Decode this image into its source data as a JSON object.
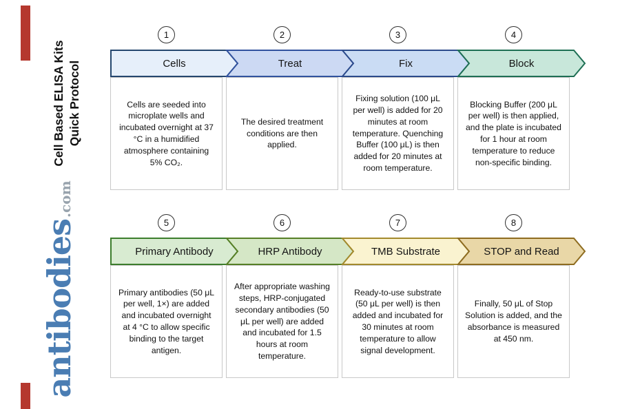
{
  "title": {
    "line1": "Cell Based ELISA Kits",
    "line2": "Quick Protocol"
  },
  "brand": {
    "name": "antibodies",
    "tld": ".com",
    "color": "#4a7db3",
    "tld_color": "#98a3ad"
  },
  "colors": {
    "accent_red": "#b5382e"
  },
  "rows": [
    {
      "steps": [
        {
          "number": "1",
          "label": "Cells",
          "description": "Cells are seeded into microplate wells and incubated overnight at 37 °C in a humidified atmosphere containing 5% CO₂.",
          "fill": "#e6effa",
          "stroke": "#24466e"
        },
        {
          "number": "2",
          "label": "Treat",
          "description": "The desired treatment conditions are then applied.",
          "fill": "#ccd9f3",
          "stroke": "#31529e"
        },
        {
          "number": "3",
          "label": "Fix",
          "description": "Fixing solution (100 μL per well) is added for 20 minutes at room temperature. Quenching Buffer (100 μL) is then added for 20 minutes at room temperature.",
          "fill": "#cadcf4",
          "stroke": "#2b4a8b"
        },
        {
          "number": "4",
          "label": "Block",
          "description": "Blocking Buffer (200 μL per well) is then applied, and the plate is incubated for 1 hour at room temperature to reduce non-specific binding.",
          "fill": "#c8e7da",
          "stroke": "#1e6f54"
        }
      ]
    },
    {
      "steps": [
        {
          "number": "5",
          "label": "Primary Antibody",
          "description": "Primary antibodies (50 μL per well, 1×) are added and incubated overnight at 4 °C to allow specific binding to the target antigen.",
          "fill": "#d8ebd1",
          "stroke": "#3c7d2c"
        },
        {
          "number": "6",
          "label": "HRP Antibody",
          "description": "After appropriate washing steps, HRP-conjugated secondary antibodies (50 μL per well) are added and incubated for 1.5 hours at room temperature.",
          "fill": "#d5e7c6",
          "stroke": "#567f25"
        },
        {
          "number": "7",
          "label": "TMB Substrate",
          "description": "Ready-to-use substrate (50 μL per well) is then added and incubated for 30 minutes at room temperature to allow signal development.",
          "fill": "#faf3d0",
          "stroke": "#a3892c"
        },
        {
          "number": "8",
          "label": "STOP and Read",
          "description": "Finally, 50 μL of Stop Solution is added, and the absorbance is measured at 450 nm.",
          "fill": "#e9d7a7",
          "stroke": "#8e6c20"
        }
      ]
    }
  ]
}
